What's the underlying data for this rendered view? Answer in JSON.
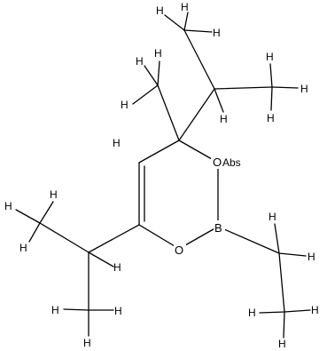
{
  "colors": {
    "bond": "#000000",
    "label": "#000000",
    "background": "#ffffff"
  },
  "molecule": {
    "hydrogen": "H",
    "ring_atoms": {
      "o_upper": "O",
      "abs_tag": "Abs",
      "boron": "B",
      "o_lower": "O"
    }
  }
}
